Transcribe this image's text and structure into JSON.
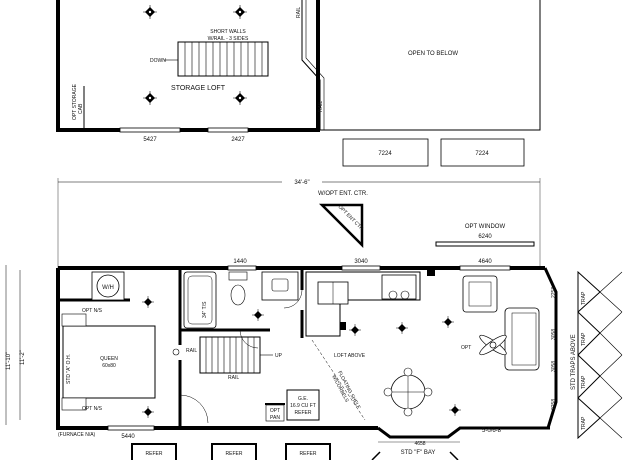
{
  "loft": {
    "short_walls": "SHORT WALLS",
    "rail_sides": "W/RAIL - 3 SIDES",
    "down": "DOWN",
    "storage_loft": "STORAGE LOFT",
    "opt_storage": "OPT STORAGE",
    "cab": "CAB",
    "rail_a": "RAIL",
    "rail_b": "RAIL",
    "open_to_below": "OPEN TO BELOW",
    "win_left": "5427",
    "win_right": "2427",
    "box_a": "7224",
    "box_b": "7224"
  },
  "plan": {
    "overall_width": "34'-6\"",
    "ent_option": "W/OPT ENT. CTR.",
    "ent_box": "OPT ENT CTR",
    "opt_window": "OPT WINDOW",
    "opt_window_size": "6240",
    "win_1440": "1440",
    "win_3040": "3040",
    "win_4640": "4640",
    "dim_outer": "11'-10\"",
    "dim_inner": "11'-2\"",
    "wh": "W/H",
    "opt_ns_top": "OPT N/S",
    "opt_ns_bottom": "OPT N/S",
    "queen": "QUEEN",
    "queen_size": "60x80",
    "std_closet": "STD \"A\" O.H.",
    "tub": "34\" T/S",
    "rail_stair": "RAIL",
    "rail_low": "RAIL",
    "up": "UP",
    "loft_above": "LOFT ABOVE",
    "shelf_1": "FLOATING SHELF",
    "shelf_2": "W/CORBELS",
    "opt_fan": "OPT",
    "fridge_1": "G.E.",
    "fridge_2": "16.9 CU FT",
    "fridge_3": "REFER",
    "opt_pan_1": "OPT",
    "opt_pan_2": "PAN",
    "furnace": "(FURNACE N/A)",
    "win_5440": "5440",
    "bay_width": "4658",
    "std_bay": "STD \"F\" BAY",
    "door_size": "5-0/6-8",
    "bay_2258_top": "2258",
    "bay_3058_a": "3058",
    "bay_3058_b": "3058",
    "bay_2258_bottom": "2258",
    "traps_above": "STD TRAPS ABOVE",
    "trap_1": "TRAP",
    "trap_2": "TRAP",
    "trap_3": "TRAP",
    "trap_4": "TRAP",
    "refer_1": "REFER",
    "refer_2": "REFER",
    "refer_3": "REFER"
  }
}
